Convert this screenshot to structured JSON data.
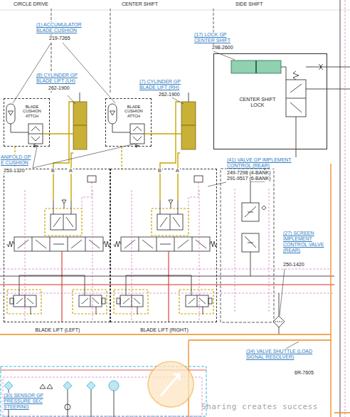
{
  "diagram": {
    "nodes": [
      {
        "text": [
          "BLADE CUSHION ATTCH"
        ]
      },
      {
        "text": [
          "BLADE CUSHION ATTCH"
        ]
      },
      {
        "text": [
          "CENTER SHIFT LOCK"
        ]
      },
      {
        "text": [
          "BLADE LIFT (LEFT)"
        ]
      },
      {
        "text": [
          "BLADE LIFT (RIGHT)"
        ]
      }
    ],
    "edges": [
      {
        "from": 0,
        "to": 3,
        "arrow": "none"
      },
      {
        "from": 1,
        "to": 4,
        "arrow": "none"
      }
    ],
    "labels": [
      "CIRCLE DRIVE",
      "CENTER SHIFT",
      "SIDE SHIFT",
      "(1) ACCUMULATOR BLADE CUSHION",
      "219-7265",
      "(8) CYLINDER GP BLADE LIFT (LH)",
      "262-1900",
      "(7) CYLINDER GP BLADE LIFT (RH)",
      "262-1900",
      "(17) LOCK GP CENTER SHIFT",
      "298-2600",
      "ANIFOLD GP E CUSHION",
      "253-1320",
      "(41) VALVE GP IMPLEMENT CONTROL (REAR)",
      "249-7298 (4-BANK)",
      "291-9517 (6-BANK)",
      "(27) SCREEN IMPLEMENT CONTROL VALVE (REAR)",
      "250-1420",
      "B",
      "A",
      "B",
      "A",
      "(34) VALVE SHUTTLE (LOAD SIGNAL RESOLVER)",
      "6R-7605",
      "(30) SENSOR GP PRESSURE SEC STEERING",
      "Sharing creates success"
    ]
  }
}
